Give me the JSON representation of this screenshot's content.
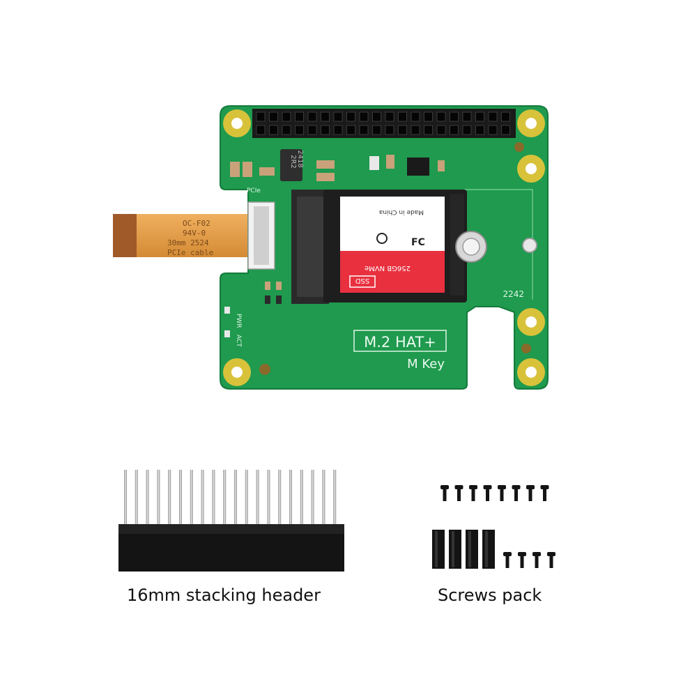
{
  "board": {
    "header_silkscreen": "M.2 HAT+",
    "key_silkscreen": "M Key",
    "size_silkscreen": "2242",
    "pcie_silkscreen": "PCIe",
    "pwr_silkscreen": "PWR",
    "act_silkscreen": "ACT",
    "inductor_marking": [
      "2R2",
      "2418"
    ],
    "colors": {
      "pcb": "#1f9a4e",
      "pad": "#d8c23a",
      "header": "#1a1a1a"
    }
  },
  "cable": {
    "label_lines": [
      "OC-F02",
      "94V-0",
      "30mm   2524",
      "PCIe cable"
    ],
    "color": "#e8a04a"
  },
  "ssd": {
    "capacity_label": "256GB NVMe",
    "origin_label": "Made in China",
    "type_badge": "SSD",
    "fc_mark": "FC",
    "colors": {
      "label_top": "#ffffff",
      "label_bottom": "#e8303f"
    }
  },
  "accessories": {
    "header_caption": "16mm stacking header",
    "screws_caption": "Screws pack"
  }
}
